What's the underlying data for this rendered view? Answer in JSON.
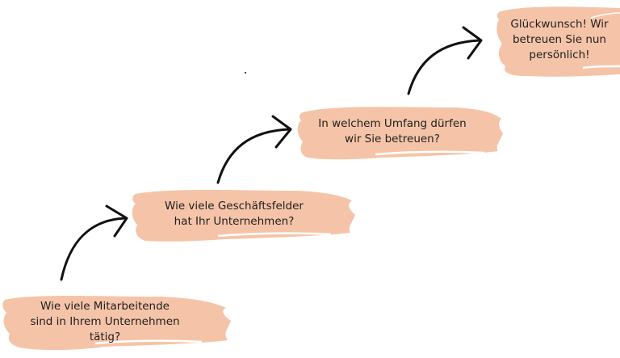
{
  "diagram": {
    "brush_color": "#f5c4a8",
    "arrow_color": "#111111",
    "steps": [
      {
        "lines": [
          "Wie viele Mitarbeitende",
          "sind in Ihrem Unternehmen",
          "tätig?"
        ]
      },
      {
        "lines": [
          "Wie viele Geschäftsfelder",
          "hat Ihr Unternehmen?"
        ]
      },
      {
        "lines": [
          "In welchem Umfang dürfen",
          "wir Sie betreuen?"
        ]
      },
      {
        "lines": [
          "Glückwunsch! Wir",
          "betreuen Sie nun",
          "persönlich!"
        ]
      }
    ]
  }
}
